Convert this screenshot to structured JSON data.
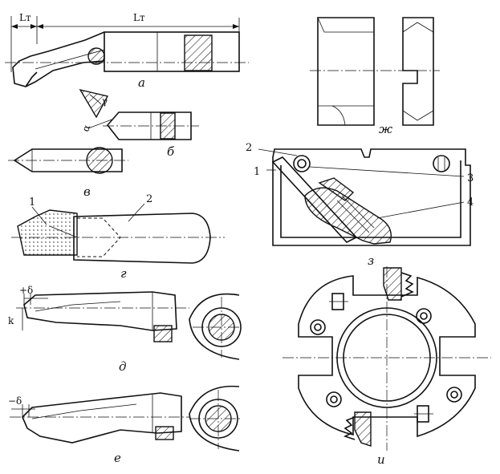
{
  "dimensions": {
    "lt_left": "Lт",
    "lt_right": "Lт",
    "plus_delta": "+δ",
    "minus_delta": "−δ",
    "k": "k",
    "gamma": "γ",
    "alpha": "α"
  },
  "views": {
    "a": "а",
    "b": "б",
    "v": "в",
    "g": "г",
    "d": "д",
    "e": "е",
    "zh": "ж",
    "z": "з",
    "i": "и"
  },
  "callouts": {
    "g_1": "1",
    "g_2": "2",
    "z_1": "1",
    "z_2": "2",
    "z_3": "3",
    "z_4": "4"
  }
}
